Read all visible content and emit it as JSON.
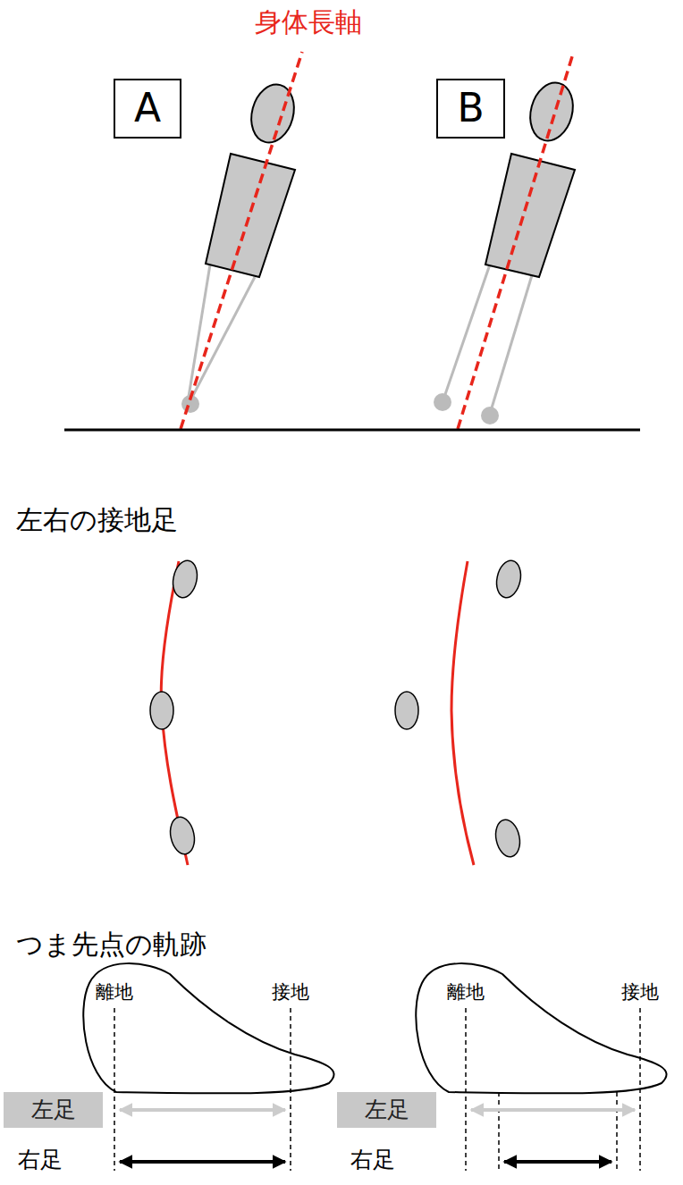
{
  "diagram": {
    "nodes": [
      {
        "text": [
          "A"
        ]
      },
      {
        "text": [
          "B"
        ]
      },
      {
        "text": [
          "左足"
        ]
      },
      {
        "text": [
          "左足"
        ]
      }
    ],
    "labels": [
      "身体長軸",
      "左右の接地足",
      "つま先点の軌跡",
      "離地",
      "接地",
      "右足",
      "離地",
      "接地",
      "右足"
    ]
  }
}
